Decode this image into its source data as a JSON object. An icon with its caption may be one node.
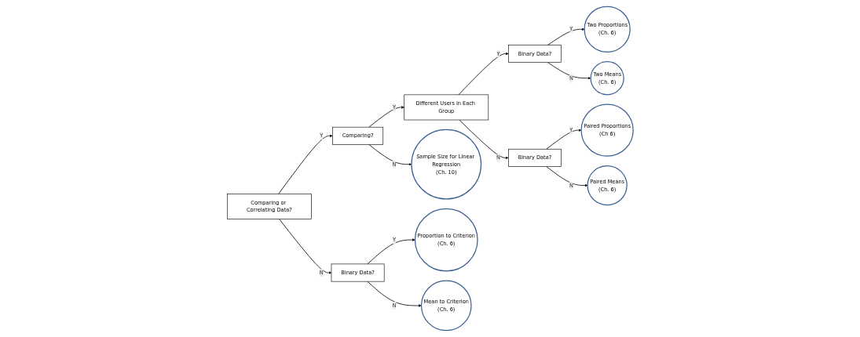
{
  "diagram": {
    "nodes": [
      {
        "text": [
          "Comparing or Correlating Data?"
        ]
      },
      {
        "text": [
          "Comparing?"
        ]
      },
      {
        "text": [
          "Different Users in Each Group"
        ]
      },
      {
        "text": [
          "Binary Data?"
        ]
      },
      {
        "text": [
          "Two Proportions",
          "(Ch. 6)"
        ]
      },
      {
        "text": [
          "Binary Data?"
        ]
      },
      {
        "text": [
          "Sample Size for Linear Regression",
          "(Ch. 10)"
        ]
      },
      {
        "text": [
          "Binary Data?"
        ]
      },
      {
        "text": [
          "Two Means",
          "(Ch. 6)"
        ]
      },
      {
        "text": [
          "Proportion to Criterion",
          "(Ch. 6)"
        ]
      },
      {
        "text": [
          "Mean to Criterion",
          "(Ch. 6)"
        ]
      },
      {
        "text": [
          "Paired Proportions",
          "(Ch 6)"
        ]
      },
      {
        "text": [
          "Paired Means",
          "(Ch. 6)"
        ]
      }
    ],
    "edges": [
      {
        "from": 0,
        "to": 1,
        "arrow": "to",
        "label": "Y"
      },
      {
        "from": 1,
        "to": 2,
        "arrow": "to",
        "label": "Y"
      },
      {
        "from": 2,
        "to": 3,
        "arrow": "to",
        "label": "Y"
      },
      {
        "from": 3,
        "to": 4,
        "arrow": "to",
        "label": "Y"
      },
      {
        "from": 0,
        "to": 5,
        "arrow": "to",
        "label": "N"
      },
      {
        "from": 1,
        "to": 6,
        "arrow": "to",
        "label": "N"
      },
      {
        "from": 2,
        "to": 7,
        "arrow": "to",
        "label": "N"
      },
      {
        "from": 3,
        "to": 8,
        "arrow": "to",
        "label": "N"
      },
      {
        "from": 5,
        "to": 9,
        "arrow": "to",
        "label": "Y"
      },
      {
        "from": 5,
        "to": 10,
        "arrow": "to",
        "label": "N"
      },
      {
        "from": 7,
        "to": 11,
        "arrow": "to",
        "label": "Y"
      },
      {
        "from": 7,
        "to": 12,
        "arrow": "to",
        "label": "N"
      }
    ]
  }
}
